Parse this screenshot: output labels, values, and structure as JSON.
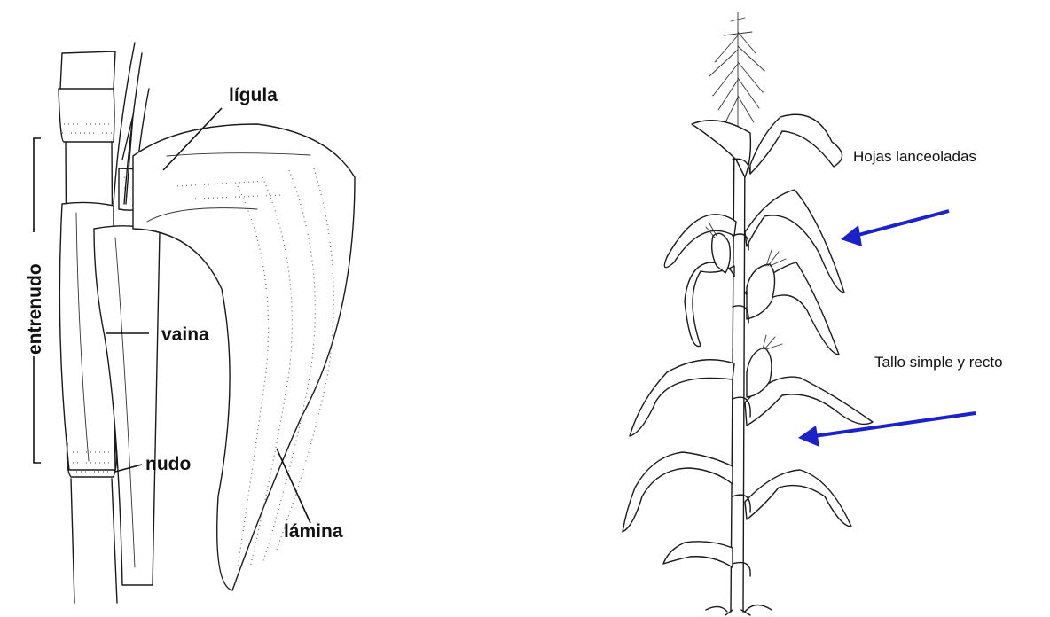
{
  "left_diagram": {
    "labels": {
      "ligula": "lígula",
      "vaina": "vaina",
      "entrenudo": "entrenudo",
      "nudo": "nudo",
      "lamina": "lámina"
    }
  },
  "right_diagram": {
    "labels": {
      "hojas": "Hojas lanceoladas",
      "tallo": "Tallo simple y recto"
    },
    "arrow_color": "#1a22c8"
  }
}
